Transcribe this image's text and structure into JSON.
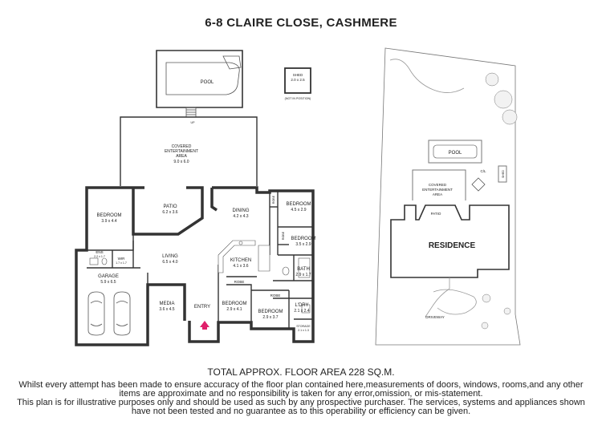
{
  "title": "6-8 CLAIRE CLOSE, CASHMERE",
  "floorplan": {
    "pool": {
      "label": "POOL"
    },
    "shed": {
      "label": "SHED",
      "dims": "2.0 x 2.5",
      "note": "(NOT IN POSITION)"
    },
    "up_label": "UP",
    "covered_area": {
      "line1": "COVERED",
      "line2": "ENTERTAINMENT",
      "line3": "AREA",
      "dims": "9.0 x 6.0"
    },
    "rooms": {
      "bedroom1": {
        "name": "BEDROOM",
        "dims": "3.9 x 4.4"
      },
      "patio": {
        "name": "PATIO",
        "dims": "6.2 x 3.6"
      },
      "dining": {
        "name": "DINING",
        "dims": "4.2 x 4.3"
      },
      "robe1": {
        "name": "ROBE"
      },
      "bedroom2": {
        "name": "BEDROOM",
        "dims": "4.5 x 2.9"
      },
      "robe2": {
        "name": "ROBE"
      },
      "bedroom3": {
        "name": "BEDROOM",
        "dims": "3.5 x 2.9"
      },
      "ens": {
        "name": "ENS",
        "dims": "2.2 x 1.7"
      },
      "wir": {
        "name": "WIR",
        "dims": "1.7 x 1.7"
      },
      "living": {
        "name": "LIVING",
        "dims": "6.5 x 4.0"
      },
      "kitchen": {
        "name": "KITCHEN",
        "dims": "4.1 x 3.6"
      },
      "bath": {
        "name": "BATH",
        "dims": "2.9 x 1.7"
      },
      "garage": {
        "name": "GARAGE",
        "dims": "5.9 x 6.5"
      },
      "robe3": {
        "name": "ROBE"
      },
      "robe4": {
        "name": "ROBE"
      },
      "media": {
        "name": "MEDIA",
        "dims": "3.6 x 4.5"
      },
      "entry": {
        "name": "ENTRY"
      },
      "bedroom4": {
        "name": "BEDROOM",
        "dims": "2.9 x 4.1"
      },
      "bedroom5": {
        "name": "BEDROOM",
        "dims": "2.9 x 3.7"
      },
      "ldry": {
        "name": "L'DRY",
        "dims": "2.1 x 2.4"
      },
      "storage": {
        "name": "STORAGE",
        "dims": "2.1 x 1.3"
      }
    }
  },
  "siteplan": {
    "pool": "POOL",
    "covered_line1": "COVERED",
    "covered_line2": "ENTERTAINMENT",
    "covered_line3": "AREA",
    "cl": "C/L",
    "shed": "SHED",
    "patio": "PATIO",
    "residence": "RESIDENCE",
    "driveway": "DRIVEWAY"
  },
  "total_area": "TOTAL APPROX. FLOOR AREA 228 SQ.M.",
  "disclaimer": [
    "Whilst every attempt has been made to ensure accuracy of the floor plan contained here,measurements of doors, windows, rooms,and any other",
    "items are approximate  and no responsibility is taken for any error,omission, or mis-statement.",
    "This plan is for illustrative purposes only and should be used as such by any prospective purchaser. The services, systems and appliances shown",
    "have not been tested and no guarantee as to this operability or efficiency can be given."
  ],
  "colors": {
    "entry_marker": "#e0206b",
    "walls": "#333333"
  }
}
